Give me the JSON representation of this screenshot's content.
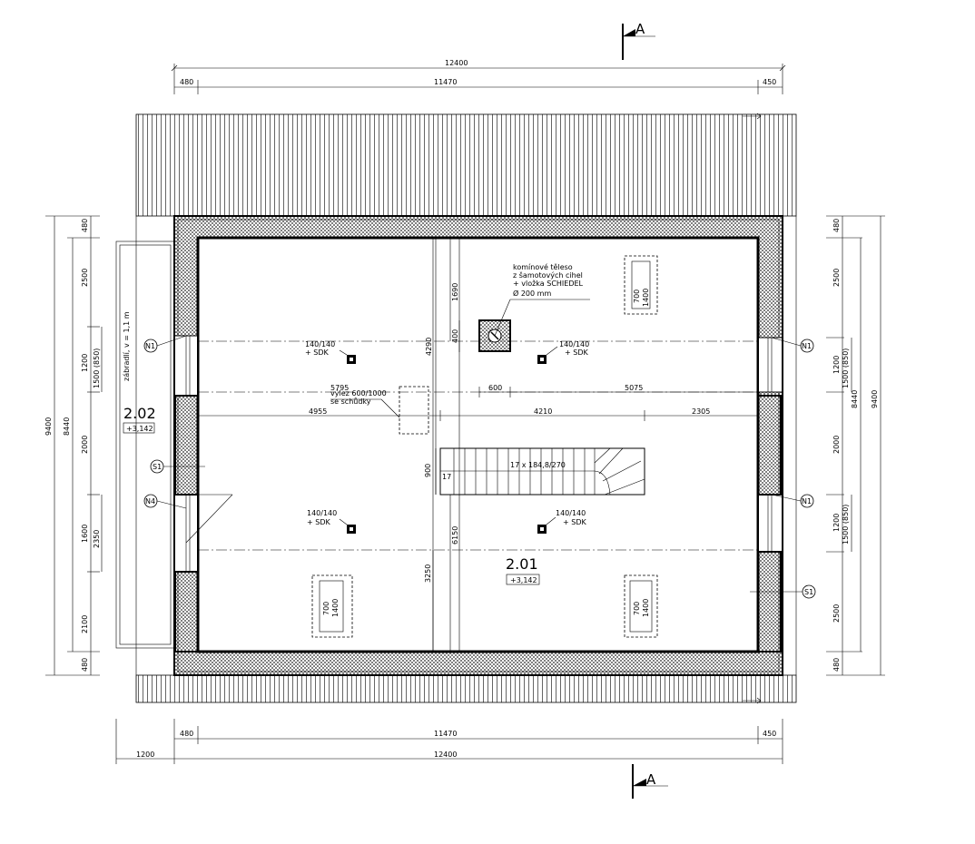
{
  "section_marks": {
    "top": "A",
    "bottom": "A"
  },
  "dimensions": {
    "top_total": "12400",
    "top_left": "480",
    "top_mid": "11470",
    "top_right": "450",
    "bottom_left_ext": "1200",
    "bottom_left": "480",
    "bottom_mid": "11470",
    "bottom_right": "450",
    "bottom_total": "12400",
    "left_outer": "9400",
    "left_mid": "8440",
    "left_seg": [
      "480",
      "2500",
      "1200",
      "2000",
      "1600",
      "2100",
      "480"
    ],
    "left_window_a": "1500 (850)",
    "left_window_b": "2350",
    "right_outer": "9400",
    "right_mid": "8440",
    "right_seg": [
      "480",
      "2500",
      "1200",
      "2000",
      "1200",
      "2500",
      "480"
    ],
    "right_window_a": "1500 (850)",
    "right_window_b": "1500 (850)",
    "interior": {
      "d1690": "1690",
      "d4290": "4290",
      "d400": "400",
      "d600": "600",
      "d5075": "5075",
      "d5795": "5795",
      "d4955": "4955",
      "d4210": "4210",
      "d2305": "2305",
      "d900": "900",
      "d6150": "6150",
      "d3250": "3250"
    }
  },
  "labels": {
    "chimney": [
      "komínové těleso",
      "z šamotových cihel",
      "+ vložka SCHIEDEL",
      "Ø 200 mm"
    ],
    "hatch": [
      "výlez 600/1000",
      "se schůdky"
    ],
    "railing": "zábradlí, v = 1,1 m",
    "stairs": "17 x 184,8/270",
    "stairs_num": "17",
    "column": [
      "140/140",
      "+ SDK"
    ],
    "skylight": [
      "700",
      "1400"
    ]
  },
  "rooms": [
    {
      "number": "2.02",
      "level": "+3,142"
    },
    {
      "number": "2.01",
      "level": "+3,142"
    }
  ],
  "tags": {
    "n1": "N1",
    "n4": "N4",
    "s1": "S1"
  }
}
